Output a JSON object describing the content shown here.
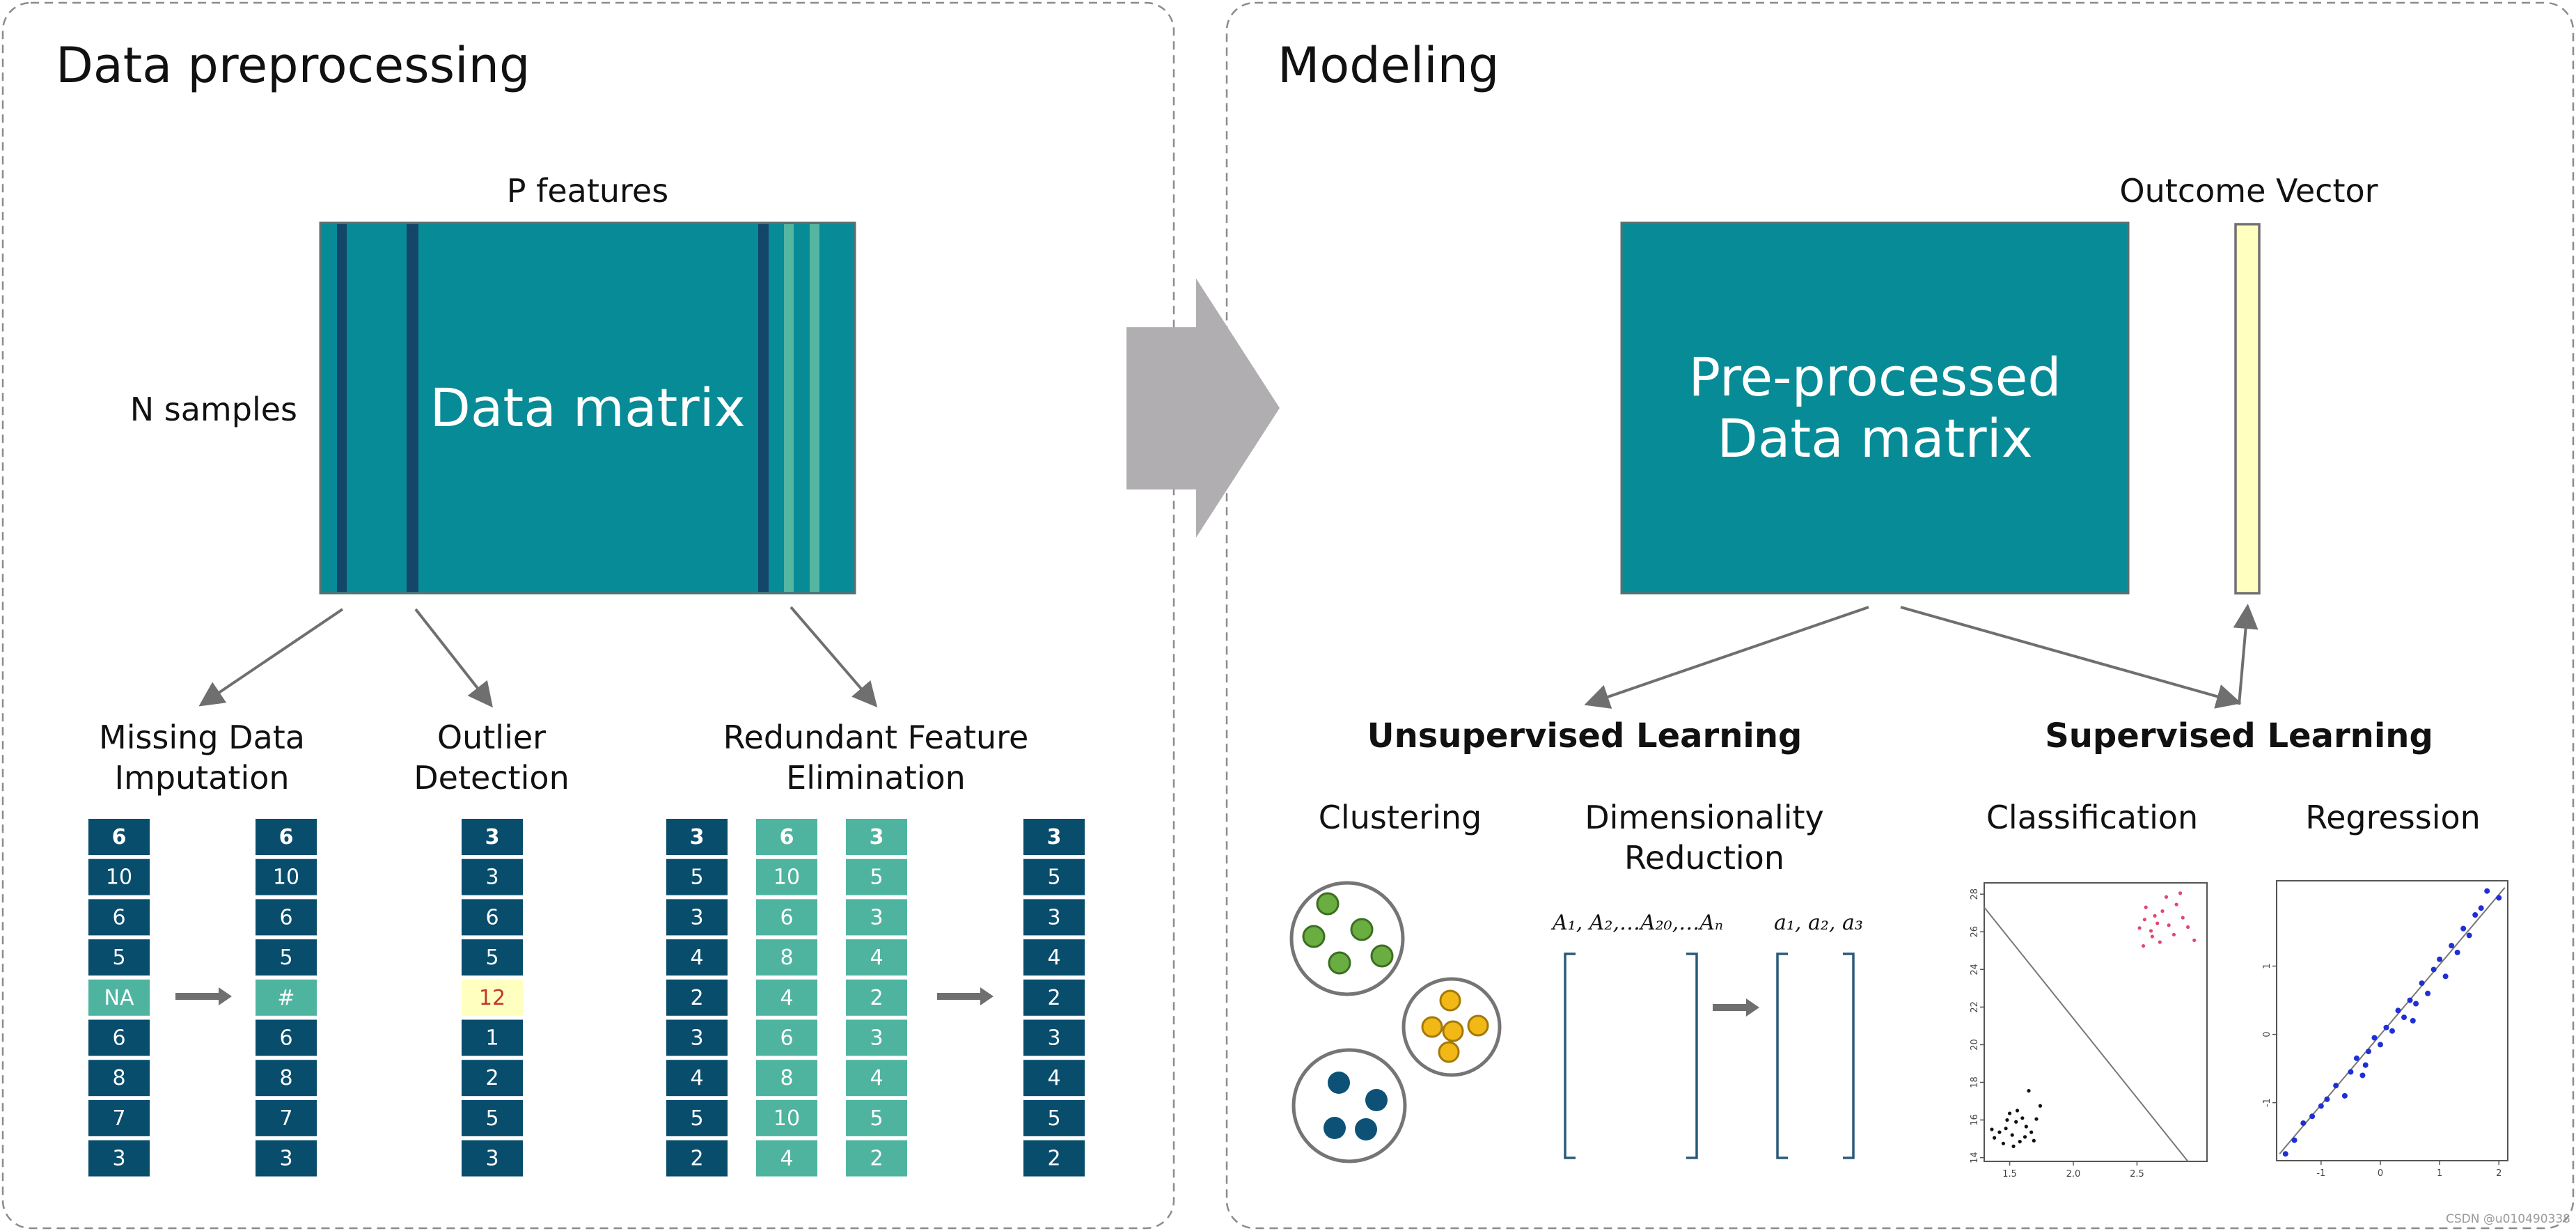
{
  "panels": {
    "preprocessing": {
      "title": "Data preprocessing"
    },
    "modeling": {
      "title": "Modeling"
    }
  },
  "matrix": {
    "label": "Data matrix",
    "p_features": "P features",
    "n_samples": "N samples"
  },
  "steps": {
    "missing": {
      "line1": "Missing Data",
      "line2": "Imputation"
    },
    "outlier": {
      "line1": "Outlier",
      "line2": "Detection"
    },
    "redundant": {
      "line1": "Redundant Feature",
      "line2": "Elimination"
    }
  },
  "columns": {
    "missing_before": [
      "6",
      "10",
      "6",
      "5",
      "NA",
      "6",
      "8",
      "7",
      "3"
    ],
    "missing_after": [
      "6",
      "10",
      "6",
      "5",
      "#",
      "6",
      "8",
      "7",
      "3"
    ],
    "outlier": [
      "3",
      "3",
      "6",
      "5",
      "12",
      "1",
      "2",
      "5",
      "3"
    ],
    "redundant_a": [
      "3",
      "5",
      "3",
      "4",
      "2",
      "3",
      "4",
      "5",
      "2"
    ],
    "redundant_b": [
      "6",
      "10",
      "6",
      "8",
      "4",
      "6",
      "8",
      "10",
      "4"
    ],
    "redundant_c": [
      "3",
      "5",
      "3",
      "4",
      "2",
      "3",
      "4",
      "5",
      "2"
    ],
    "redundant_result": [
      "3",
      "5",
      "3",
      "4",
      "2",
      "3",
      "4",
      "5",
      "2"
    ]
  },
  "modeling": {
    "matrix_line1": "Pre-processed",
    "matrix_line2": "Data matrix",
    "outcome_vector": "Outcome Vector",
    "unsupervised": "Unsupervised Learning",
    "supervised": "Supervised Learning",
    "clustering": "Clustering",
    "dimred_line1": "Dimensionality",
    "dimred_line2": "Reduction",
    "classification": "Classification",
    "regression": "Regression",
    "dim_before": "A₁, A₂,…A₂₀,…Aₙ",
    "dim_after": "a₁, a₂, a₃"
  },
  "colors": {
    "teal": "#078b96",
    "navy": "#094d6d",
    "light_teal": "#4fb49f",
    "yellow": "#ffffbf",
    "outlier_text": "#c0392b",
    "arrow_gray": "#b0aeb0",
    "cluster_green": "#6aad41",
    "cluster_yellow": "#f2b816",
    "cluster_blue": "#0d5276",
    "class_red": "#e34671",
    "reg_blue": "#1f2fd6"
  },
  "chart_data": [
    {
      "type": "scatter",
      "title": "Classification",
      "x_ticks": [
        "1.5",
        "2.0",
        "2.5"
      ],
      "y_ticks": [
        "14",
        "16",
        "18",
        "20",
        "22",
        "24",
        "26",
        "28"
      ],
      "series": [
        {
          "values": [
            [
              1.38,
              15.05
            ],
            [
              1.42,
              15.35
            ],
            [
              1.47,
              15.55
            ],
            [
              1.52,
              15.2
            ],
            [
              1.55,
              15.9
            ],
            [
              1.5,
              16.35
            ],
            [
              1.6,
              16.1
            ],
            [
              1.63,
              15.65
            ],
            [
              1.67,
              15.35
            ],
            [
              1.58,
              14.85
            ],
            [
              1.45,
              14.75
            ],
            [
              1.71,
              16.05
            ],
            [
              1.74,
              16.75
            ],
            [
              1.65,
              17.55
            ],
            [
              1.56,
              16.5
            ],
            [
              1.48,
              16.0
            ],
            [
              1.62,
              15.1
            ],
            [
              1.69,
              14.9
            ],
            [
              1.36,
              15.5
            ],
            [
              1.53,
              14.6
            ]
          ]
        },
        {
          "values": [
            [
              2.52,
              26.2
            ],
            [
              2.56,
              26.65
            ],
            [
              2.61,
              26.05
            ],
            [
              2.66,
              26.45
            ],
            [
              2.7,
              27.1
            ],
            [
              2.75,
              26.35
            ],
            [
              2.81,
              27.45
            ],
            [
              2.86,
              26.75
            ],
            [
              2.62,
              25.75
            ],
            [
              2.68,
              25.45
            ],
            [
              2.79,
              25.85
            ],
            [
              2.9,
              26.25
            ],
            [
              2.57,
              27.3
            ],
            [
              2.73,
              27.85
            ],
            [
              2.84,
              28.05
            ],
            [
              2.64,
              26.85
            ],
            [
              2.95,
              25.55
            ],
            [
              2.55,
              25.25
            ]
          ]
        }
      ],
      "boundary": [
        [
          1.3,
          27.3
        ],
        [
          2.9,
          13.8
        ]
      ],
      "xlim": [
        1.3,
        3.05
      ],
      "ylim": [
        13.8,
        28.6
      ]
    },
    {
      "type": "scatter",
      "title": "Regression",
      "x_ticks": [
        "-1",
        "0",
        "1",
        "2"
      ],
      "y_ticks": [
        "-1",
        "0",
        "1"
      ],
      "series": [
        {
          "values": [
            [
              -1.6,
              -1.75
            ],
            [
              -1.45,
              -1.55
            ],
            [
              -1.3,
              -1.3
            ],
            [
              -1.15,
              -1.2
            ],
            [
              -1.0,
              -1.05
            ],
            [
              -0.9,
              -0.95
            ],
            [
              -0.75,
              -0.75
            ],
            [
              -0.6,
              -0.9
            ],
            [
              -0.5,
              -0.55
            ],
            [
              -0.4,
              -0.35
            ],
            [
              -0.3,
              -0.6
            ],
            [
              -0.2,
              -0.25
            ],
            [
              -0.1,
              -0.05
            ],
            [
              0.0,
              -0.15
            ],
            [
              0.1,
              0.1
            ],
            [
              0.2,
              0.05
            ],
            [
              0.3,
              0.35
            ],
            [
              0.4,
              0.25
            ],
            [
              0.5,
              0.5
            ],
            [
              0.6,
              0.45
            ],
            [
              0.7,
              0.75
            ],
            [
              0.8,
              0.6
            ],
            [
              0.9,
              0.95
            ],
            [
              1.0,
              1.1
            ],
            [
              1.1,
              0.85
            ],
            [
              1.2,
              1.3
            ],
            [
              1.3,
              1.2
            ],
            [
              1.4,
              1.55
            ],
            [
              1.5,
              1.45
            ],
            [
              1.6,
              1.75
            ],
            [
              1.7,
              1.85
            ],
            [
              1.8,
              2.1
            ],
            [
              2.0,
              2.0
            ],
            [
              -0.25,
              -0.45
            ],
            [
              0.55,
              0.2
            ]
          ]
        }
      ],
      "regression_line": [
        [
          -1.7,
          -1.75
        ],
        [
          2.1,
          2.15
        ]
      ],
      "xlim": [
        -1.75,
        2.15
      ],
      "ylim": [
        -1.85,
        2.25
      ]
    }
  ],
  "watermark": "CSDN @u010490338"
}
